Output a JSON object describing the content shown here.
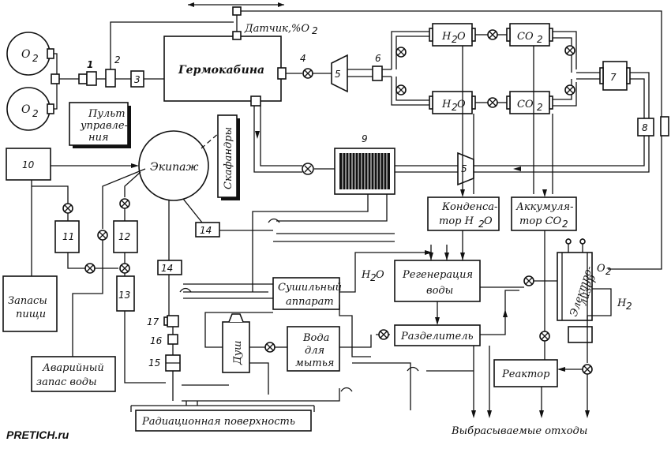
{
  "labels": {
    "sensor": "Датчик,%O",
    "sensor_sub": "2",
    "cabin": "Гермокабина",
    "crew": "Экипаж",
    "suits": "Скафандры",
    "control1": "Пульт",
    "control2": "управле-",
    "control3": "ния",
    "o2": "O",
    "o2_sub": "2",
    "h2o": "H",
    "h2o_tail": "O",
    "co2": "CO",
    "condenser1": "Конденса-",
    "condenser2": "тор H",
    "condenser3": "O",
    "accumulator1": "Аккумуля-",
    "accumulator2": "тор CO",
    "regeneration1": "Регенерация",
    "regeneration2": "воды",
    "dryer1": "Сушильный",
    "dryer2": "аппарат",
    "h2o_label": "H",
    "h2o_label2": "O",
    "separator": "Разделитель",
    "shower": "Душ",
    "wash1": "Вода",
    "wash2": "для",
    "wash3": "мытья",
    "electrolyzer1": "Электро-",
    "electrolyzer2": "лизер",
    "o2_out": "O",
    "h2_out": "H",
    "reactor": "Реактор",
    "food1": "Запасы",
    "food2": "пищи",
    "emergency1": "Аварийный",
    "emergency2": "запас воды",
    "radiation": "Радиационная поверхность",
    "waste": "Выбрасываемые  отходы",
    "watermark": "PRETICH.ru"
  },
  "numbers": {
    "n1": "1",
    "n2": "2",
    "n3": "3",
    "n4": "4",
    "n5": "5",
    "n5b": "5",
    "n6": "6",
    "n7": "7",
    "n8": "8",
    "n9": "9",
    "n10": "10",
    "n11": "11",
    "n12": "12",
    "n13": "13",
    "n14a": "14",
    "n14b": "14",
    "n15": "15",
    "n16": "16",
    "n17": "17"
  }
}
